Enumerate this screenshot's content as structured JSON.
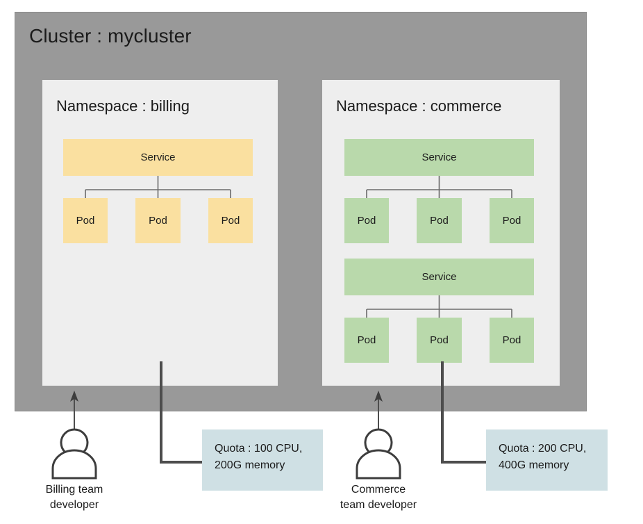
{
  "cluster": {
    "title": "Cluster : mycluster",
    "bg_color": "#999999"
  },
  "namespaces": [
    {
      "id": "billing",
      "title": "Namespace : billing",
      "bg_color": "#eeeeee",
      "accent_color": "#fae0a0",
      "groups": [
        {
          "service_label": "Service",
          "pods": [
            "Pod",
            "Pod",
            "Pod"
          ]
        }
      ]
    },
    {
      "id": "commerce",
      "title": "Namespace : commerce",
      "bg_color": "#eeeeee",
      "accent_color": "#b9d9ab",
      "groups": [
        {
          "service_label": "Service",
          "pods": [
            "Pod",
            "Pod",
            "Pod"
          ]
        },
        {
          "service_label": "Service",
          "pods": [
            "Pod",
            "Pod",
            "Pod"
          ]
        }
      ]
    }
  ],
  "quotas": [
    {
      "id": "billing-quota",
      "line1": "Quota : 100 CPU,",
      "line2": "200G memory",
      "bg_color": "#cfe0e4"
    },
    {
      "id": "commerce-quota",
      "line1": "Quota : 200 CPU,",
      "line2": "400G memory",
      "bg_color": "#cfe0e4"
    }
  ],
  "actors": [
    {
      "id": "billing-developer",
      "line1": "Billing team",
      "line2": "developer"
    },
    {
      "id": "commerce-developer",
      "line1": "Commerce",
      "line2": "team developer"
    }
  ],
  "icons": {
    "person": "person-icon",
    "arrow_up": "arrow-up-icon"
  }
}
